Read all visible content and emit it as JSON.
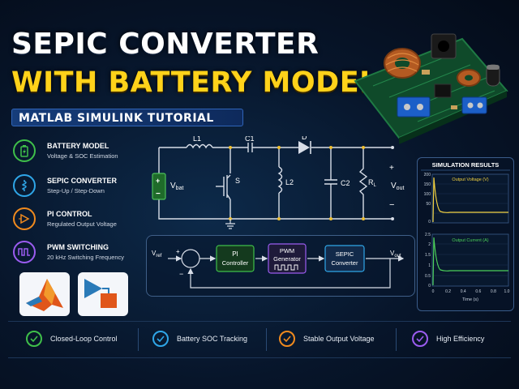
{
  "title_line1": "SEPIC CONVERTER",
  "title_line2": "WITH BATTERY MODEL",
  "subtitle": "MATLAB SIMULINK TUTORIAL",
  "features": [
    {
      "title": "BATTERY MODEL",
      "sub": "Voltage & SOC Estimation",
      "color": "#3fbf4a",
      "icon": "battery-icon"
    },
    {
      "title": "SEPIC CONVERTER",
      "sub": "Step-Up / Step-Down",
      "color": "#2fa6e8",
      "icon": "inductor-coil-icon"
    },
    {
      "title": "PI CONTROL",
      "sub": "Regulated Output Voltage",
      "color": "#f08a1e",
      "icon": "control-amplifier-icon"
    },
    {
      "title": "PWM SWITCHING",
      "sub": "20 kHz Switching Frequency",
      "color": "#9b5cf0",
      "icon": "pwm-wave-icon"
    }
  ],
  "circuit": {
    "l1": "L1",
    "c1": "C1",
    "d": "D",
    "l2": "L2",
    "c2": "C2",
    "rl": "R",
    "rl_sub": "L",
    "s": "S",
    "vbat": "V",
    "vbat_sub": "bat",
    "vout": "V",
    "vout_sub": "out",
    "plus": "+",
    "minus": "−"
  },
  "block": {
    "vref": "V",
    "vref_sub": "ref",
    "sum_plus": "+",
    "sum_minus": "−",
    "pi_line1": "PI",
    "pi_line2": "Controller",
    "pwm_line1": "PWM",
    "pwm_line2": "Generator",
    "sepic_line1": "SEPIC",
    "sepic_line2": "Converter",
    "vout": "V",
    "vout_sub": "out"
  },
  "sim": {
    "header": "SIMULATION RESULTS",
    "voltage_title": "Output Voltage (V)",
    "voltage_ticks": [
      "200",
      "150",
      "100",
      "50",
      "0"
    ],
    "current_title": "Output Current (A)",
    "current_ticks": [
      "2.5",
      "2",
      "1.5",
      "1",
      "0.5",
      "0"
    ],
    "x_ticks": [
      "0",
      "0.2",
      "0.4",
      "0.6",
      "0.8",
      "1.0"
    ],
    "x_label": "Time (s)"
  },
  "bottom": [
    {
      "label": "Closed-Loop Control",
      "color": "#3fbf4a"
    },
    {
      "label": "Battery SOC Tracking",
      "color": "#2fa6e8"
    },
    {
      "label": "Stable Output Voltage",
      "color": "#f08a1e"
    },
    {
      "label": "High Efficiency",
      "color": "#9b5cf0"
    }
  ]
}
